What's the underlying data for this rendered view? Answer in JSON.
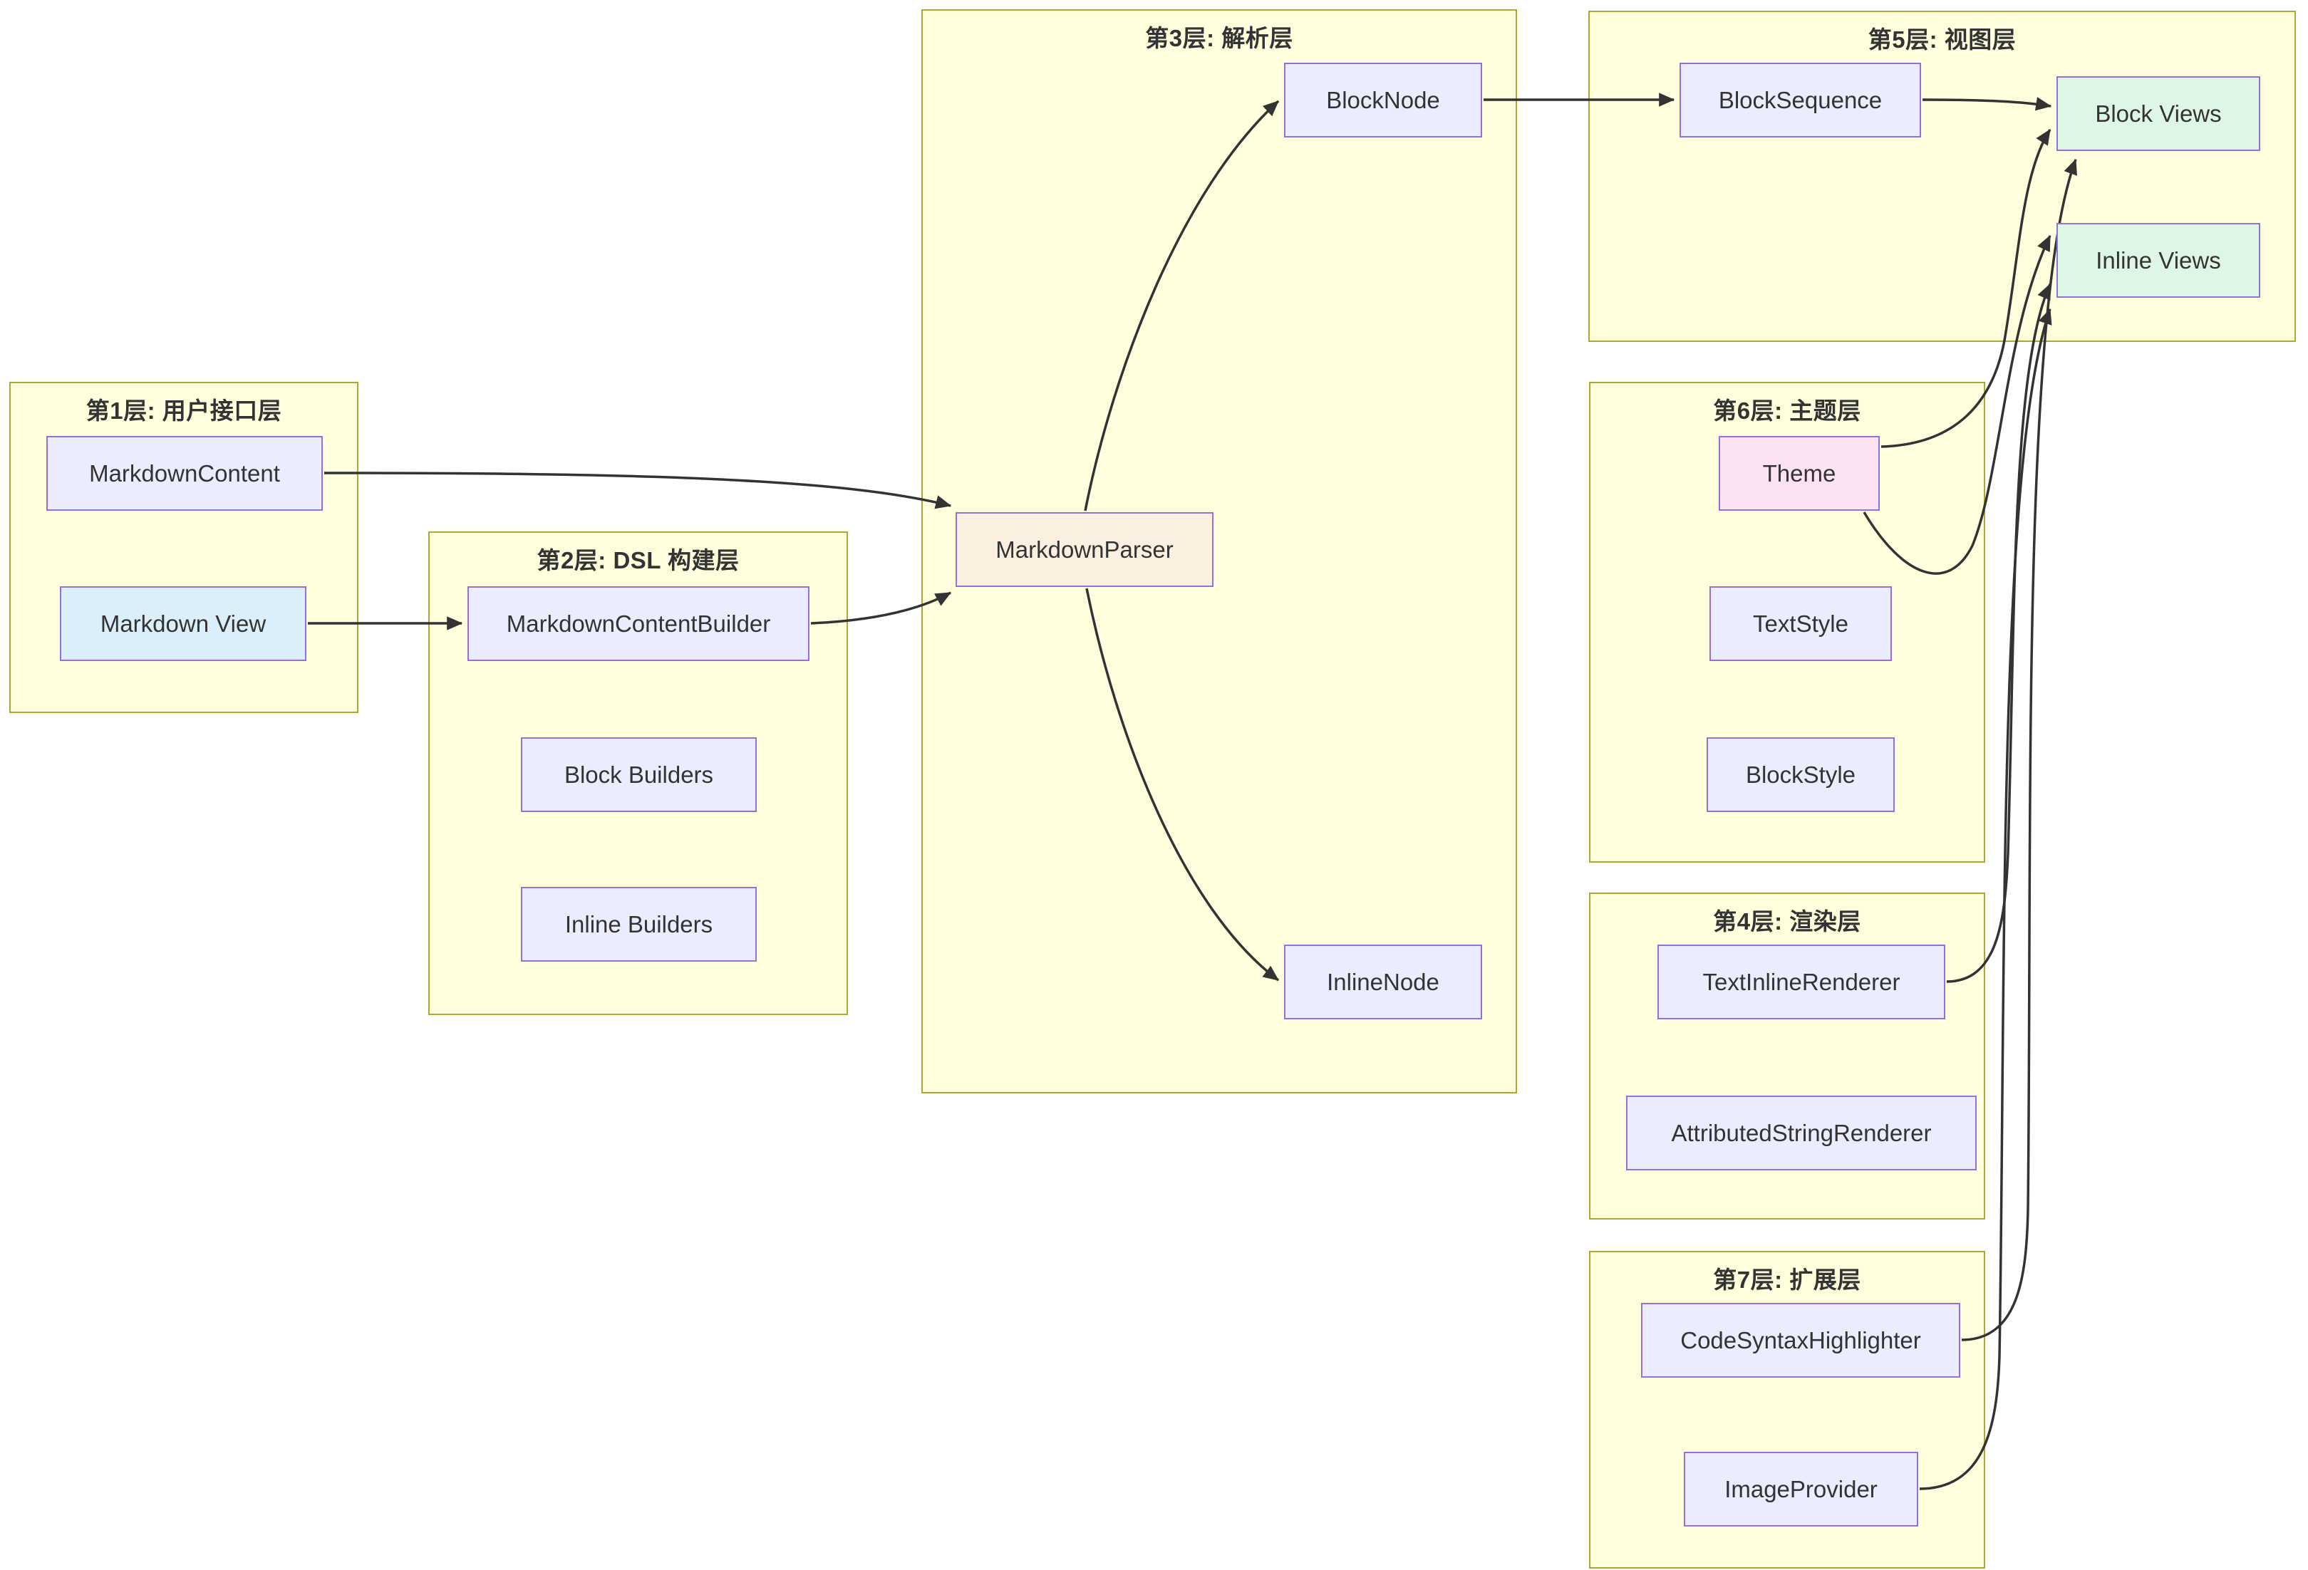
{
  "layers": {
    "l1": {
      "title": "第1层: 用户接口层"
    },
    "l2": {
      "title": "第2层: DSL 构建层"
    },
    "l3": {
      "title": "第3层: 解析层"
    },
    "l4": {
      "title": "第4层: 渲染层"
    },
    "l5": {
      "title": "第5层: 视图层"
    },
    "l6": {
      "title": "第6层: 主题层"
    },
    "l7": {
      "title": "第7层: 扩展层"
    }
  },
  "nodes": {
    "markdown_content": {
      "label": "MarkdownContent"
    },
    "markdown_view": {
      "label": "Markdown View"
    },
    "markdown_content_builder": {
      "label": "MarkdownContentBuilder"
    },
    "block_builders": {
      "label": "Block Builders"
    },
    "inline_builders": {
      "label": "Inline Builders"
    },
    "block_node": {
      "label": "BlockNode"
    },
    "markdown_parser": {
      "label": "MarkdownParser"
    },
    "inline_node": {
      "label": "InlineNode"
    },
    "block_sequence": {
      "label": "BlockSequence"
    },
    "block_views": {
      "label": "Block Views"
    },
    "inline_views": {
      "label": "Inline Views"
    },
    "theme": {
      "label": "Theme"
    },
    "text_style": {
      "label": "TextStyle"
    },
    "block_style": {
      "label": "BlockStyle"
    },
    "text_inline_renderer": {
      "label": "TextInlineRenderer"
    },
    "attributed_string_renderer": {
      "label": "AttributedStringRenderer"
    },
    "code_syntax_highlighter": {
      "label": "CodeSyntaxHighlighter"
    },
    "image_provider": {
      "label": "ImageProvider"
    }
  },
  "edges": [
    {
      "from": "MarkdownContent",
      "to": "MarkdownParser"
    },
    {
      "from": "Markdown View",
      "to": "MarkdownContentBuilder"
    },
    {
      "from": "MarkdownContentBuilder",
      "to": "MarkdownParser"
    },
    {
      "from": "MarkdownParser",
      "to": "BlockNode"
    },
    {
      "from": "MarkdownParser",
      "to": "InlineNode"
    },
    {
      "from": "BlockNode",
      "to": "BlockSequence"
    },
    {
      "from": "BlockSequence",
      "to": "Block Views"
    },
    {
      "from": "InlineNode",
      "to": "TextInlineRenderer"
    },
    {
      "from": "Theme",
      "to": "Block Views"
    },
    {
      "from": "Theme",
      "to": "Inline Views"
    },
    {
      "from": "TextInlineRenderer",
      "to": "Inline Views"
    },
    {
      "from": "CodeSyntaxHighlighter",
      "to": "Block Views"
    },
    {
      "from": "ImageProvider",
      "to": "Inline Views"
    }
  ],
  "colors": {
    "group_fill": "#ffffde",
    "group_border": "#aaaa33",
    "node_fill": "#ececff",
    "node_border": "#9370db",
    "node_blue": "#dbeffb",
    "node_peach": "#fbf0df",
    "node_pink": "#fce3f4",
    "node_mint": "#ddf7e4",
    "edge": "#333333",
    "text": "#333333"
  }
}
